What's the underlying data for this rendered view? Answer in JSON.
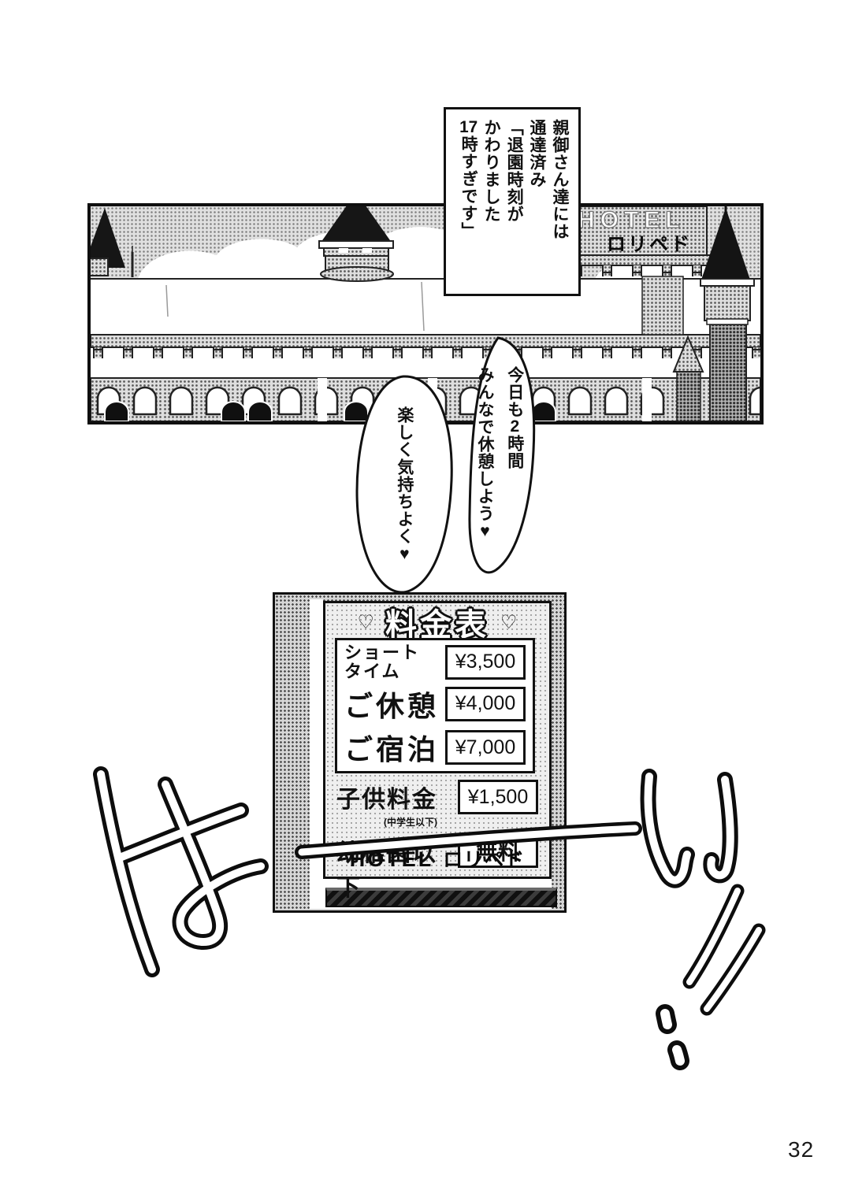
{
  "page_number": "32",
  "caption": {
    "lines": [
      "親御さん達には",
      "通達済み",
      "「退園時刻が",
      "かわりました",
      "17時すぎです」"
    ]
  },
  "panel": {
    "hotel_sign": {
      "latin": "HOTEL",
      "kana": "ロリペド"
    }
  },
  "bubbles": [
    {
      "lines": [
        "今日も2時間",
        "みんなで休憩しよう♥"
      ]
    },
    {
      "lines": [
        "楽しく気持ちよく♥"
      ]
    }
  ],
  "price_sign": {
    "heart_left": "♡",
    "heart_right": "♡",
    "title": "料金表",
    "rows_main": [
      {
        "label_line1": "ショート",
        "label_line2": "タイム",
        "price": "¥3,500"
      },
      {
        "label": "ご休憩",
        "price": "¥4,000"
      },
      {
        "label": "ご宿泊",
        "price": "¥7,000"
      }
    ],
    "rows_sub": [
      {
        "label": "子供料金",
        "note": "(中学生以下)",
        "price": "¥1,500"
      },
      {
        "label": "幼稚園以下",
        "price": "無料"
      }
    ],
    "footer_latin": "HOTEL",
    "footer_kana": "ロリペド"
  },
  "handwritten": {
    "text": "はーい!!"
  }
}
